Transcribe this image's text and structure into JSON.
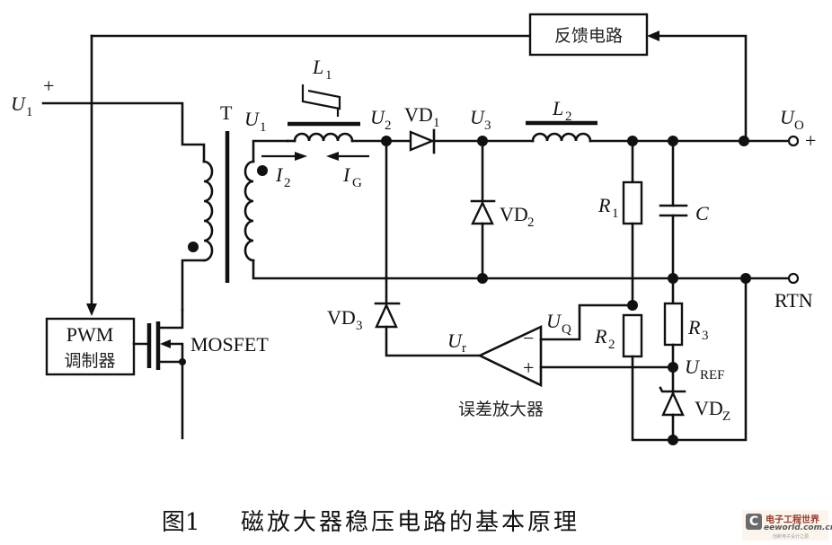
{
  "caption": {
    "figure_no": "图1",
    "title": "磁放大器稳压电路的基本原理"
  },
  "blocks": {
    "feedback": "反馈电路",
    "pwm_line1": "PWM",
    "pwm_line2": "调制器",
    "error_amp": "误差放大器"
  },
  "components": {
    "transformer": "T",
    "mosfet": "MOSFET",
    "L1": {
      "main": "L",
      "sub": "1"
    },
    "L2": {
      "main": "L",
      "sub": "2"
    },
    "VD1": {
      "main": "VD",
      "sub": "1"
    },
    "VD2": {
      "main": "VD",
      "sub": "2"
    },
    "VD3": {
      "main": "VD",
      "sub": "3"
    },
    "VDZ": {
      "main": "VD",
      "sub": "Z"
    },
    "R1": {
      "main": "R",
      "sub": "1"
    },
    "R2": {
      "main": "R",
      "sub": "2"
    },
    "R3": {
      "main": "R",
      "sub": "3"
    },
    "C": "C"
  },
  "nodes": {
    "U1_in": {
      "main": "U",
      "sub": "1",
      "polarity": "+"
    },
    "U1_sec": {
      "main": "U",
      "sub": "1"
    },
    "U2": {
      "main": "U",
      "sub": "2"
    },
    "U3": {
      "main": "U",
      "sub": "3"
    },
    "UO": {
      "main": "U",
      "sub": "O",
      "polarity": "+"
    },
    "RTN": "RTN",
    "Ur": {
      "main": "U",
      "sub": "r"
    },
    "UQ": {
      "main": "U",
      "sub": "Q"
    },
    "UREF": {
      "main": "U",
      "sub": "REF"
    }
  },
  "currents": {
    "I2": {
      "main": "I",
      "sub": "2"
    },
    "IG": {
      "main": "I",
      "sub": "G"
    }
  },
  "opamp_pins": {
    "minus": "−",
    "plus": "+"
  },
  "watermark": {
    "logo": "C",
    "name_cn": "电子工程世界",
    "site": "eeworld.com.cn",
    "slogan": "创新电子设计之源"
  }
}
